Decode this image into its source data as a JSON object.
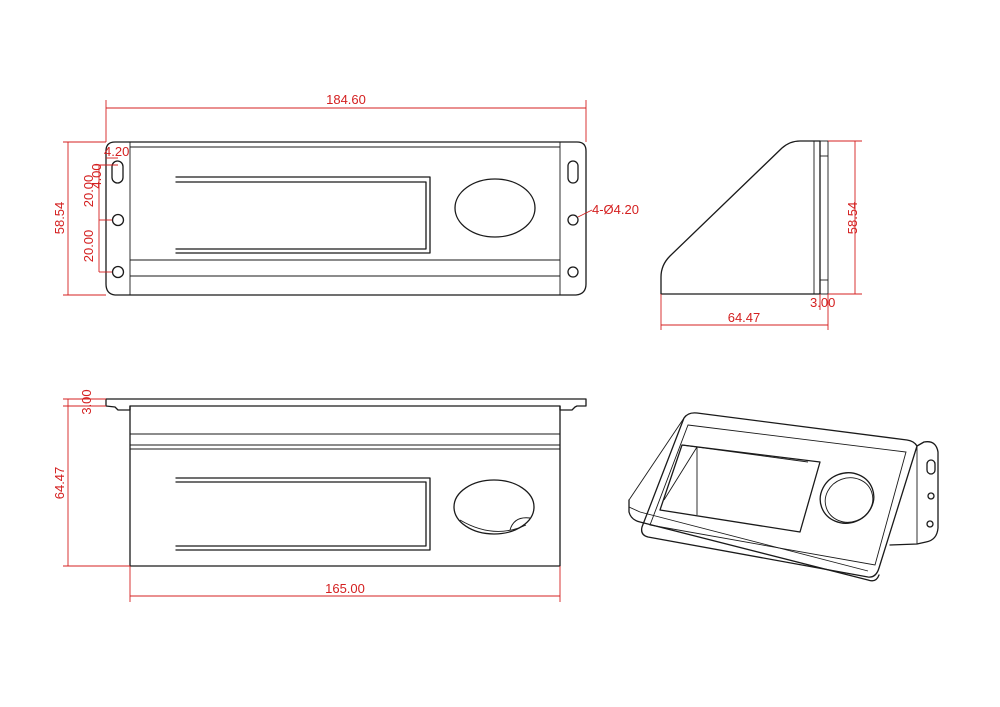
{
  "colors": {
    "outline": "#1a1a1a",
    "dimension": "#d42020",
    "background": "#ffffff"
  },
  "dimensions": {
    "top_width": "184.60",
    "left_height": "58.54",
    "hole_dia": "4.20",
    "slot_offset": "4.00",
    "hole_spacing_1": "20.00",
    "hole_spacing_2": "20.00",
    "hole_callout": "4-Ø4.20",
    "side_height": "58.54",
    "side_thickness": "3.00",
    "side_depth": "64.47",
    "front_thickness": "3.00",
    "front_height": "64.47",
    "front_width": "165.00"
  }
}
